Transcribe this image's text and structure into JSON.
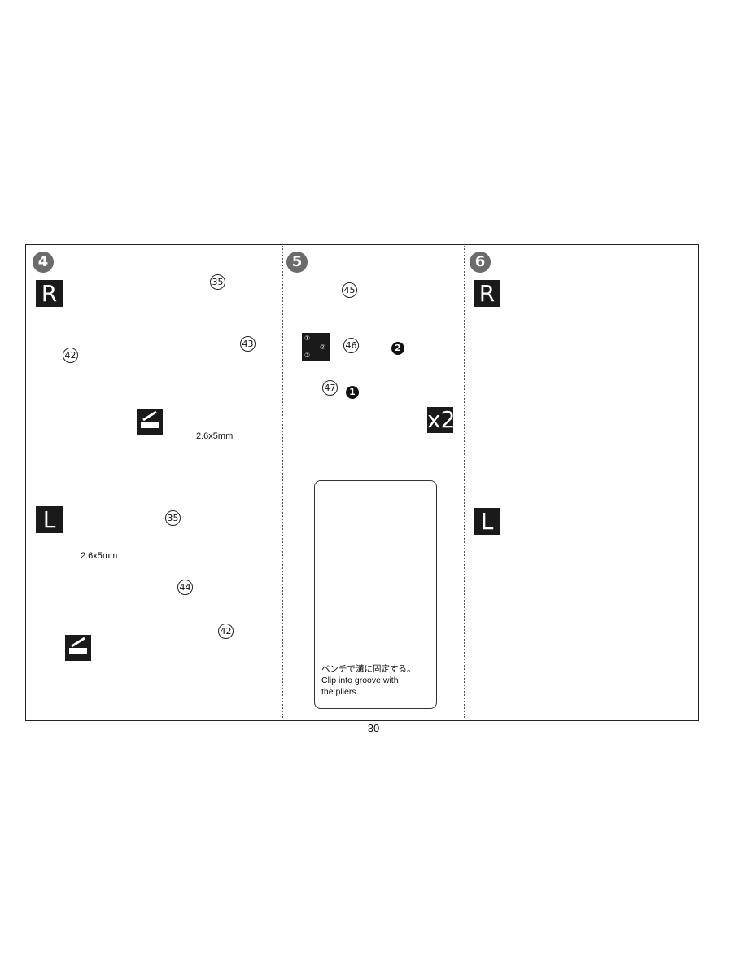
{
  "page": {
    "number": "30"
  },
  "steps": [
    {
      "number": "4",
      "right": {
        "badge": "R",
        "parts": [
          "35",
          "43",
          "42"
        ],
        "screw_label": "2.6x5mm"
      },
      "left": {
        "badge": "L",
        "parts": [
          "35",
          "44",
          "42"
        ],
        "screw_label": "2.6x5mm"
      }
    },
    {
      "number": "5",
      "parts": [
        "45",
        "46",
        "47"
      ],
      "order_markers": [
        "1",
        "2"
      ],
      "sequence_icon": [
        "①",
        "②",
        "③"
      ],
      "multiplier": "x2",
      "note": {
        "jp": "ペンチで溝に固定する。",
        "en_line1": "Clip into groove with",
        "en_line2": "the pliers."
      }
    },
    {
      "number": "6",
      "right": {
        "badge": "R"
      },
      "left": {
        "badge": "L"
      }
    }
  ],
  "icons": {
    "tool_icon": "screwdriver-icon",
    "bubble_colors": {
      "step": "#6b6b6b",
      "badge": "#1a1a1a"
    }
  }
}
